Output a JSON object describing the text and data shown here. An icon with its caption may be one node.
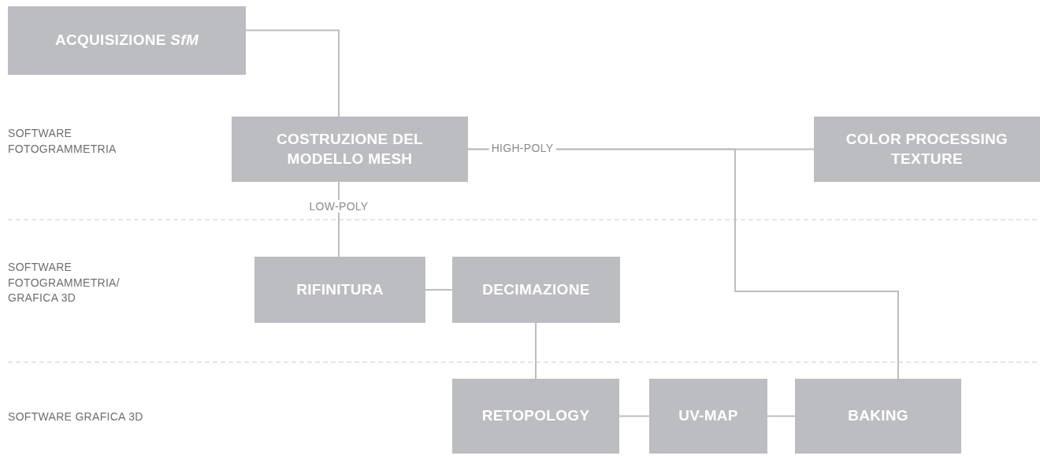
{
  "diagram": {
    "nodes": [
      {
        "text": [
          "ACQUISIZIONE *SfM*"
        ]
      },
      {
        "text": [
          "COSTRUZIONE DEL MODELLO MESH"
        ]
      },
      {
        "text": [
          "COLOR PROCESSING TEXTURE"
        ]
      },
      {
        "text": [
          "RIFINITURA"
        ]
      },
      {
        "text": [
          "DECIMAZIONE"
        ]
      },
      {
        "text": [
          "RETOPOLOGY"
        ]
      },
      {
        "text": [
          "UV-MAP"
        ]
      },
      {
        "text": [
          "BAKING"
        ]
      }
    ],
    "edges": [
      {
        "from": 0,
        "to": 1,
        "arrow": "none"
      },
      {
        "from": 1,
        "to": 2,
        "arrow": "none",
        "label": "HIGH-POLY"
      },
      {
        "from": 1,
        "to": 3,
        "arrow": "none",
        "label": "LOW-POLY"
      },
      {
        "from": 3,
        "to": 4,
        "arrow": "none"
      },
      {
        "from": 4,
        "to": 5,
        "arrow": "none"
      },
      {
        "from": 5,
        "to": 6,
        "arrow": "none"
      },
      {
        "from": 6,
        "to": 7,
        "arrow": "none"
      },
      {
        "from": 1,
        "to": 7,
        "arrow": "none"
      }
    ],
    "labels": [
      "SOFTWARE FOTOGRAMMETRIA",
      "SOFTWARE FOTOGRAMMETRIA/ GRAFICA 3D",
      "SOFTWARE GRAFICA 3D"
    ]
  }
}
